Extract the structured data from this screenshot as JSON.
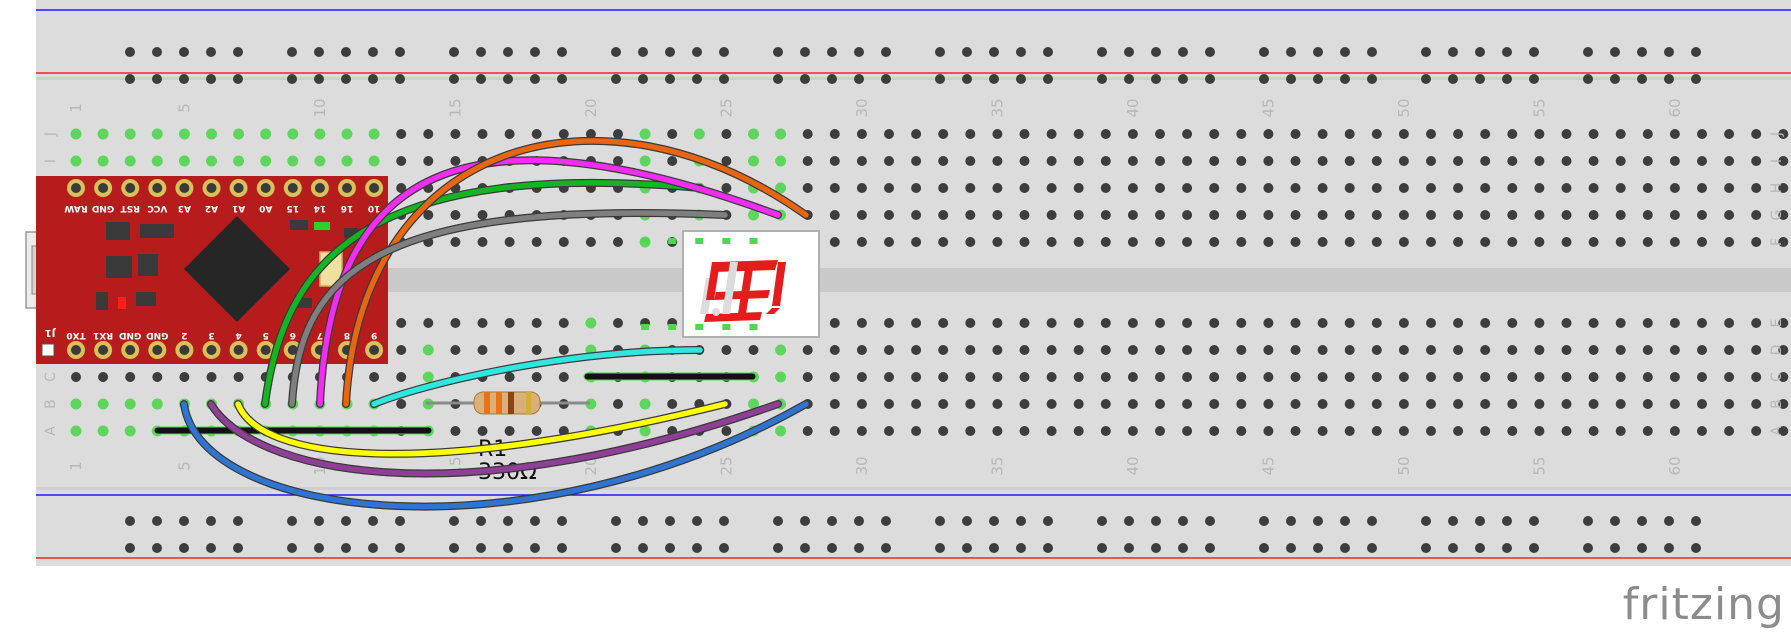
{
  "breadboard": {
    "column_numbers": [
      "1",
      "5",
      "10",
      "15",
      "20",
      "25",
      "30",
      "35",
      "40",
      "45",
      "50",
      "55",
      "60"
    ],
    "top_row_letters": [
      "J",
      "I",
      "H",
      "G",
      "F"
    ],
    "bottom_row_letters": [
      "E",
      "D",
      "C",
      "B",
      "A"
    ]
  },
  "pro_micro": {
    "top_pins": [
      "RAW",
      "GND",
      "RST",
      "VCC",
      "A3",
      "A2",
      "A1",
      "A0",
      "15",
      "14",
      "16",
      "10"
    ],
    "bottom_pins": [
      "TX0",
      "RX1",
      "GND",
      "GND",
      "2",
      "3",
      "4",
      "5",
      "6",
      "7",
      "8",
      "9"
    ],
    "connector_label": "J1"
  },
  "resistor": {
    "name": "R1",
    "value": "330Ω"
  },
  "wire_colors": {
    "green": "#13b522",
    "magenta": "#f02df0",
    "orange": "#e86612",
    "gray": "#7f7f7f",
    "cyan": "#2ee8e0",
    "yellow": "#ffff00",
    "purple": "#8f3f96",
    "blue": "#2f74d0",
    "black": "#111111"
  },
  "display_segment_color": "#e51c1c",
  "brand": "fritzing"
}
